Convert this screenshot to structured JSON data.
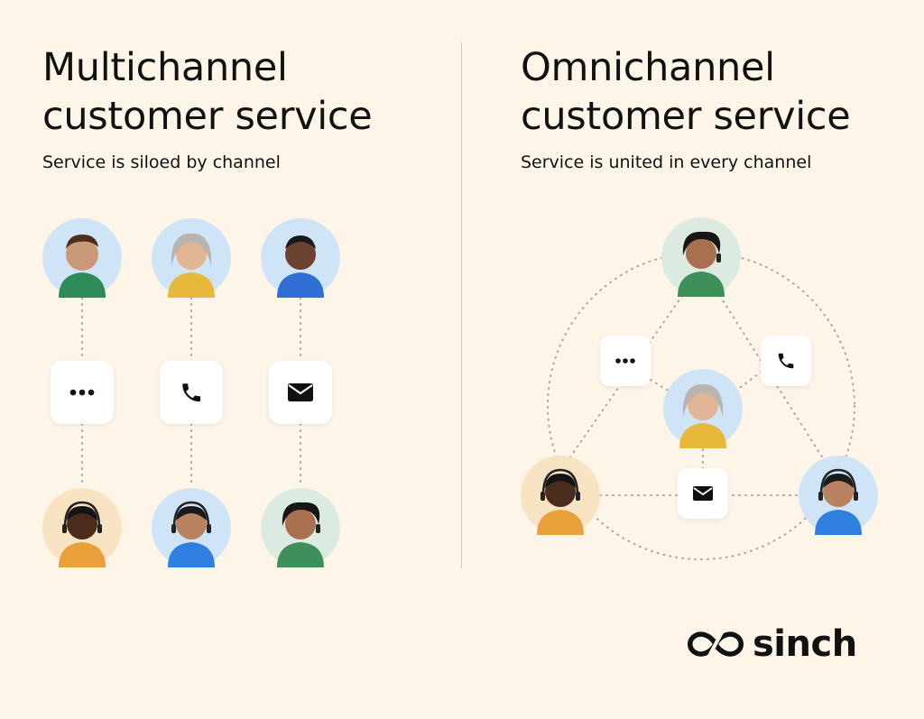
{
  "left": {
    "title_line1": "Multichannel",
    "title_line2": "customer service",
    "subtitle": "Service is siloed by channel"
  },
  "right": {
    "title_line1": "Omnichannel",
    "title_line2": "customer service",
    "subtitle": "Service is united in every channel"
  },
  "brand": {
    "name": "sinch"
  },
  "icons": [
    "chat-dots-icon",
    "phone-icon",
    "envelope-icon"
  ],
  "colors": {
    "background": "#fdf6e8",
    "text": "#111111",
    "tile": "#ffffff",
    "avatar_blue": "#cfe4f7",
    "avatar_peach": "#f8e3c2",
    "avatar_mint": "#dcebe2",
    "connector": "#aaa69e"
  }
}
